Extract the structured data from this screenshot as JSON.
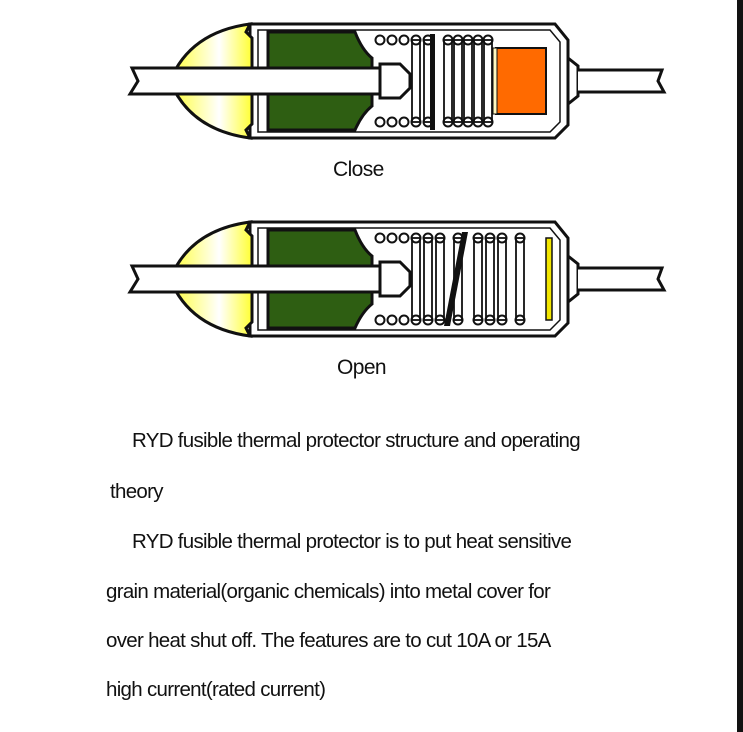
{
  "diagrams": [
    {
      "label": "Close",
      "colors": {
        "cap": "#ffff33",
        "pellet": "#2e5e12",
        "element": "#ff6a00"
      }
    },
    {
      "label": "Open",
      "colors": {
        "cap": "#ffff33",
        "pellet": "#2e5e12",
        "element": "#f2e600"
      }
    }
  ],
  "text": {
    "heading_line1": "RYD fusible thermal protector structure and operating",
    "heading_line2": "theory",
    "body_line1": "RYD fusible thermal protector is to put heat sensitive",
    "body_line2": "grain material(organic chemicals) into metal cover for",
    "body_line3": "over heat shut off. The features are to cut 10A or 15A",
    "body_line4": "high current(rated current)"
  }
}
